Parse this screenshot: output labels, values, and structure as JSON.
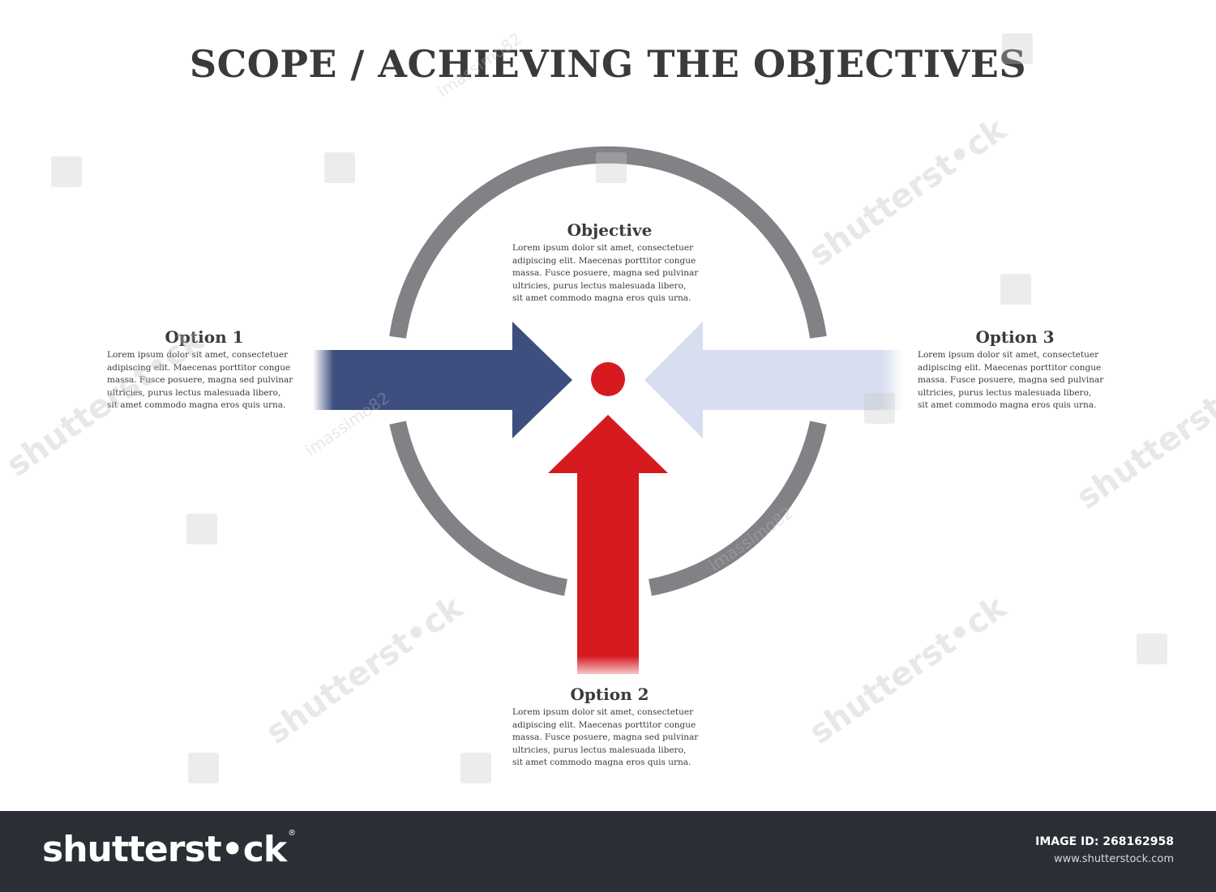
{
  "title": "SCOPE / ACHIEVING THE OBJECTIVES",
  "colors": {
    "ring": "#808285",
    "option1_arrow": "#3d4e7f",
    "option2_arrow": "#d71920",
    "option3_arrow": "#d6deef",
    "target_dot": "#d71920",
    "text": "#3b3b3b",
    "footer_bg": "#2a2e35"
  },
  "objective": {
    "heading": "Objective",
    "lines": [
      "Lorem ipsum dolor sit amet, consectetuer",
      "adipiscing elit. Maecenas porttitor congue",
      "massa. Fusce posuere, magna sed pulvinar",
      "ultricies, purus lectus malesuada libero,",
      "sit amet commodo magna eros quis urna."
    ]
  },
  "option1": {
    "heading": "Option 1",
    "lines": [
      "Lorem ipsum dolor sit amet, consectetuer",
      "adipiscing elit. Maecenas porttitor congue",
      "massa. Fusce posuere, magna sed pulvinar",
      "ultricies, purus lectus malesuada libero,",
      "sit amet commodo magna eros quis urna."
    ]
  },
  "option2": {
    "heading": "Option 2",
    "lines": [
      "Lorem ipsum dolor sit amet, consectetuer",
      "adipiscing elit. Maecenas porttitor congue",
      "massa. Fusce posuere, magna sed pulvinar",
      "ultricies, purus lectus malesuada libero,",
      "sit amet commodo magna eros quis urna."
    ]
  },
  "option3": {
    "heading": "Option 3",
    "lines": [
      "Lorem ipsum dolor sit amet, consectetuer",
      "adipiscing elit. Maecenas porttitor congue",
      "massa. Fusce posuere, magna sed pulvinar",
      "ultricies, purus lectus malesuada libero,",
      "sit amet commodo magna eros quis urna."
    ]
  },
  "watermarks": {
    "site_mark": "shutterst•ck",
    "author_mark": "imassimo82"
  },
  "footer": {
    "brand": "shutterst•ck",
    "brand_reg": "®",
    "image_id_label": "IMAGE ID: 268162958",
    "url": "www.shutterstock.com"
  }
}
